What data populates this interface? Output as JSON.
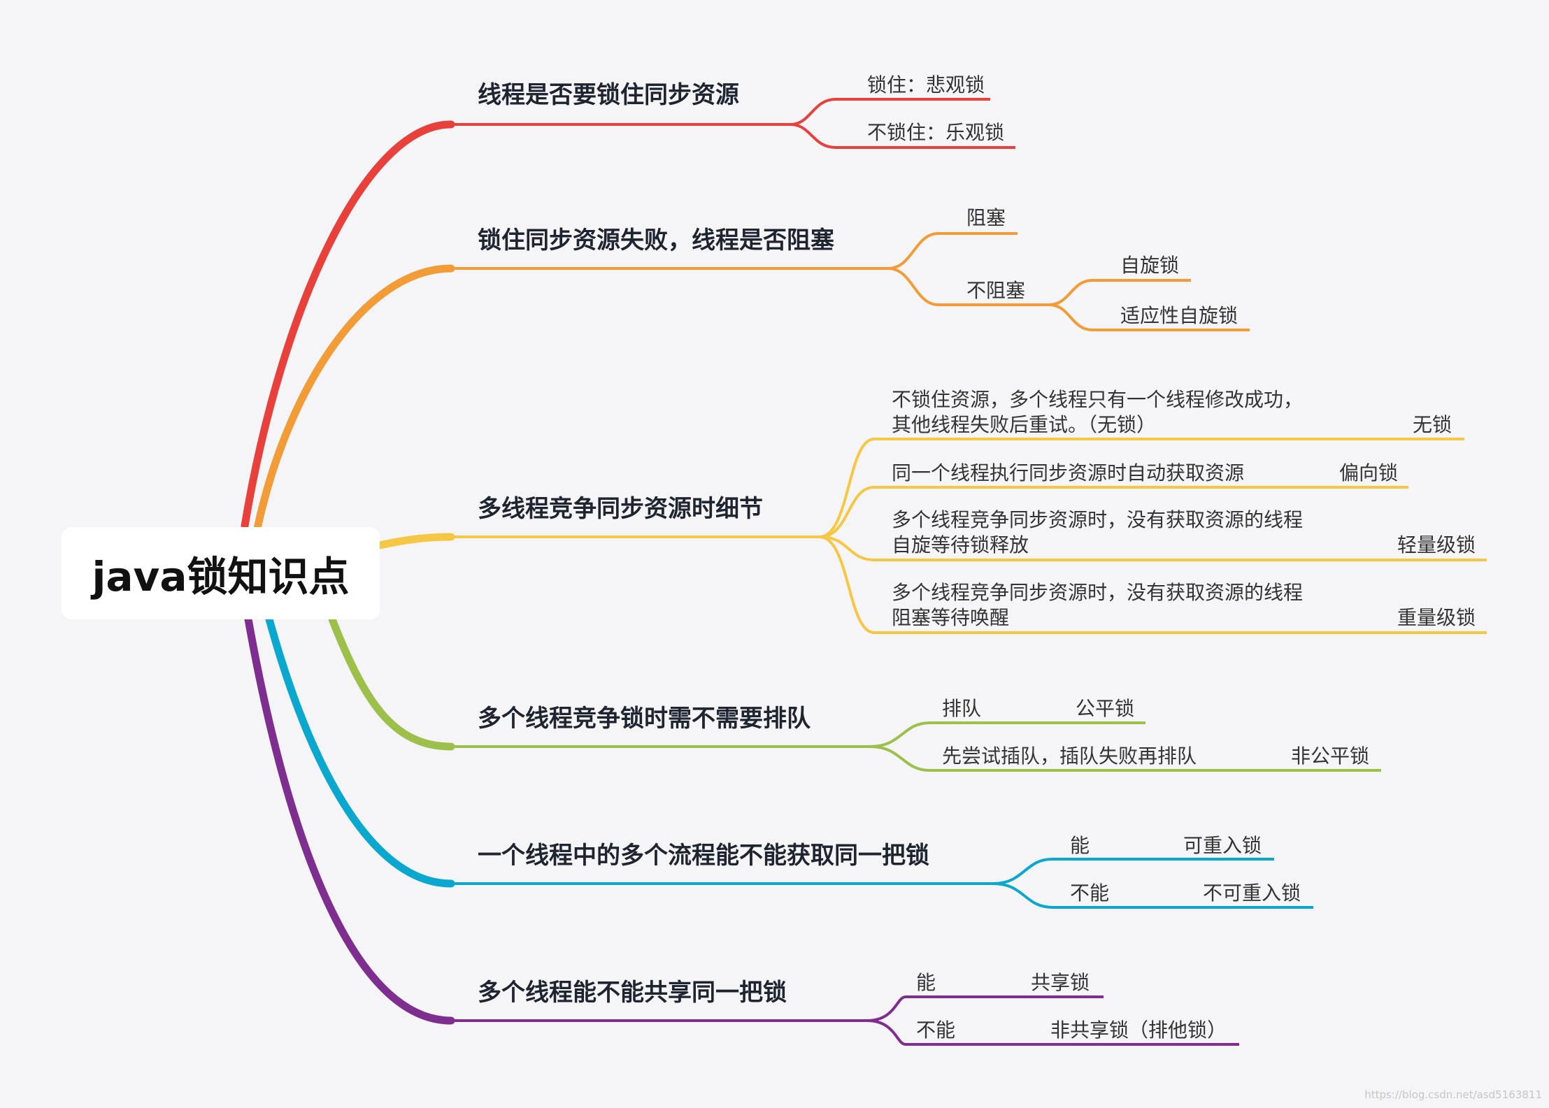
{
  "central_topic": "java锁知识点",
  "watermark": "https://blog.csdn.net/asd5163811",
  "colors": {
    "red": "#e8403b",
    "orange": "#f29c38",
    "yellow": "#f5c744",
    "green": "#9cc04a",
    "blue": "#0aa8cf",
    "purple": "#7d2e8f"
  },
  "branches": [
    {
      "label": "线程是否要锁住同步资源",
      "color": "red",
      "children": [
        {
          "label": "锁住：悲观锁"
        },
        {
          "label": "不锁住：乐观锁"
        }
      ]
    },
    {
      "label": "锁住同步资源失败，线程是否阻塞",
      "color": "orange",
      "children": [
        {
          "label": "阻塞"
        },
        {
          "label": "不阻塞",
          "children": [
            {
              "label": "自旋锁"
            },
            {
              "label": "适应性自旋锁"
            }
          ]
        }
      ]
    },
    {
      "label": "多线程竞争同步资源时细节",
      "color": "yellow",
      "children": [
        {
          "description": [
            "不锁住资源，多个线程只有一个线程修改成功，",
            "其他线程失败后重试。（无锁）"
          ],
          "result": "无锁"
        },
        {
          "description": [
            "同一个线程执行同步资源时自动获取资源"
          ],
          "result": "偏向锁"
        },
        {
          "description": [
            "多个线程竞争同步资源时，没有获取资源的线程",
            "自旋等待锁释放"
          ],
          "result": "轻量级锁"
        },
        {
          "description": [
            "多个线程竞争同步资源时，没有获取资源的线程",
            "阻塞等待唤醒"
          ],
          "result": "重量级锁"
        }
      ]
    },
    {
      "label": "多个线程竞争锁时需不需要排队",
      "color": "green",
      "children": [
        {
          "label": "排队",
          "result": "公平锁"
        },
        {
          "label": "先尝试插队，插队失败再排队",
          "result": "非公平锁"
        }
      ]
    },
    {
      "label": "一个线程中的多个流程能不能获取同一把锁",
      "color": "blue",
      "children": [
        {
          "label": "能",
          "result": "可重入锁"
        },
        {
          "label": "不能",
          "result": "不可重入锁"
        }
      ]
    },
    {
      "label": "多个线程能不能共享同一把锁",
      "color": "purple",
      "children": [
        {
          "label": "能",
          "result": "共享锁"
        },
        {
          "label": "不能",
          "result": "非共享锁（排他锁）"
        }
      ]
    }
  ]
}
